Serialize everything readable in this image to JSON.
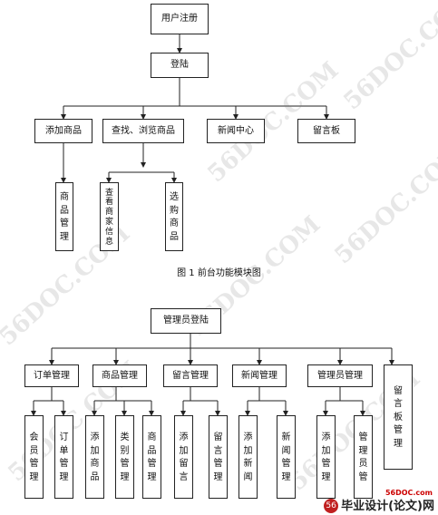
{
  "diagram1": {
    "register": "用户注册",
    "login": "登陆",
    "modules": [
      "添加商品",
      "查找、浏览商品",
      "新闻中心",
      "留言板"
    ],
    "sub_manage": "商\n品\n管\n理",
    "sub_view": "查\n看\n商\n家\n信\n息",
    "sub_buy": "选\n购\n商\n品",
    "caption": "图 1  前台功能模块图"
  },
  "diagram2": {
    "root": "管理员登陆",
    "modules": [
      "订单管理",
      "商品管理",
      "留言管理",
      "新闻管理",
      "管理员管理"
    ],
    "msgboard": "留\n言\n板\n管\n理",
    "leaves": [
      "会\n员\n管\n理",
      "订\n单\n管\n理",
      "添\n加\n商\n品",
      "类\n别\n管\n理",
      "商\n品\n管\n理",
      "添\n加\n留\n言",
      "留\n言\n管\n理",
      "添\n加\n新\n闻",
      "新\n闻\n管\n理",
      "添\n加\n管\n理",
      "管\n理\n员\n管"
    ]
  },
  "watermark": "56DOC.COM",
  "logo": {
    "site": "56DOC.com",
    "main": "毕业设计(论文)网",
    "mark": "56"
  }
}
